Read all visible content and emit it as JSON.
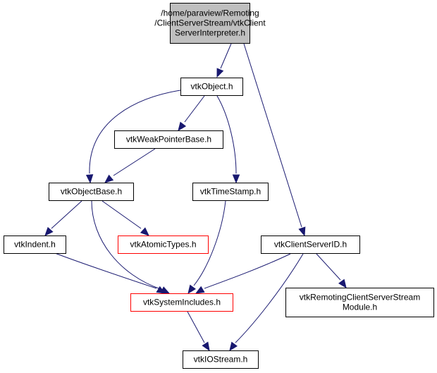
{
  "diagram": {
    "title": "Include dependency graph for vtkClientServerInterpreter.h",
    "colors": {
      "root_fill": "#bfbfbf",
      "node_fill": "#ffffff",
      "node_border": "#000000",
      "truncated_border": "#ff0000",
      "edge": "#191970"
    },
    "nodes": [
      {
        "id": "root",
        "lines": [
          "/home/paraview/Remoting",
          "/ClientServerStream/vtkClient",
          "ServerInterpreter.h"
        ],
        "style": "root"
      },
      {
        "id": "vtkObject",
        "lines": [
          "vtkObject.h"
        ],
        "style": "normal"
      },
      {
        "id": "vtkWeakPointerBase",
        "lines": [
          "vtkWeakPointerBase.h"
        ],
        "style": "normal"
      },
      {
        "id": "vtkObjectBase",
        "lines": [
          "vtkObjectBase.h"
        ],
        "style": "normal"
      },
      {
        "id": "vtkTimeStamp",
        "lines": [
          "vtkTimeStamp.h"
        ],
        "style": "normal"
      },
      {
        "id": "vtkIndent",
        "lines": [
          "vtkIndent.h"
        ],
        "style": "normal"
      },
      {
        "id": "vtkAtomicTypes",
        "lines": [
          "vtkAtomicTypes.h"
        ],
        "style": "truncated"
      },
      {
        "id": "vtkClientServerID",
        "lines": [
          "vtkClientServerID.h"
        ],
        "style": "normal"
      },
      {
        "id": "vtkSystemIncludes",
        "lines": [
          "vtkSystemIncludes.h"
        ],
        "style": "truncated"
      },
      {
        "id": "vtkRemotingModule",
        "lines": [
          "vtkRemotingClientServerStream",
          "Module.h"
        ],
        "style": "normal"
      },
      {
        "id": "vtkIOStream",
        "lines": [
          "vtkIOStream.h"
        ],
        "style": "normal"
      }
    ],
    "edges": [
      {
        "from": "root",
        "to": "vtkObject"
      },
      {
        "from": "root",
        "to": "vtkClientServerID"
      },
      {
        "from": "vtkObject",
        "to": "vtkObjectBase"
      },
      {
        "from": "vtkObject",
        "to": "vtkWeakPointerBase"
      },
      {
        "from": "vtkObject",
        "to": "vtkTimeStamp"
      },
      {
        "from": "vtkWeakPointerBase",
        "to": "vtkObjectBase"
      },
      {
        "from": "vtkObjectBase",
        "to": "vtkIndent"
      },
      {
        "from": "vtkObjectBase",
        "to": "vtkAtomicTypes"
      },
      {
        "from": "vtkObjectBase",
        "to": "vtkSystemIncludes"
      },
      {
        "from": "vtkIndent",
        "to": "vtkSystemIncludes"
      },
      {
        "from": "vtkTimeStamp",
        "to": "vtkSystemIncludes"
      },
      {
        "from": "vtkClientServerID",
        "to": "vtkSystemIncludes"
      },
      {
        "from": "vtkClientServerID",
        "to": "vtkRemotingModule"
      },
      {
        "from": "vtkClientServerID",
        "to": "vtkIOStream"
      },
      {
        "from": "vtkSystemIncludes",
        "to": "vtkIOStream"
      }
    ]
  }
}
